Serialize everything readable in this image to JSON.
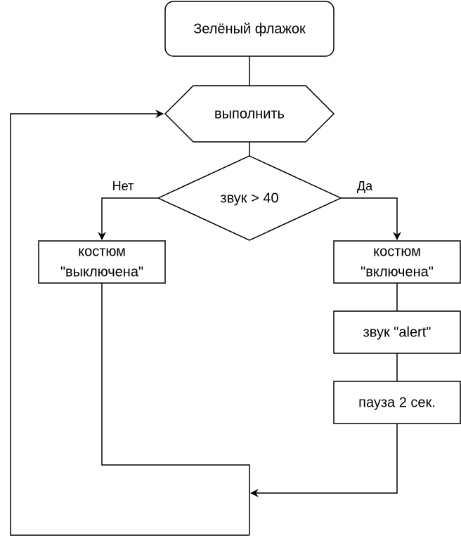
{
  "diagram": {
    "start": {
      "label": "Зелёный флажок"
    },
    "loop": {
      "label": "выполнить"
    },
    "decision": {
      "label": "звук > 40"
    },
    "branch_no": {
      "label": "Нет"
    },
    "branch_yes": {
      "label": "Да"
    },
    "costume_off": {
      "line1": "костюм",
      "line2": "\"выключена\""
    },
    "costume_on": {
      "line1": "костюм",
      "line2": "\"включена\""
    },
    "sound": {
      "label": "звук \"alert\""
    },
    "pause": {
      "label": "пауза 2 сек."
    }
  },
  "colors": {
    "stroke": "#000000",
    "fill": "#ffffff"
  }
}
